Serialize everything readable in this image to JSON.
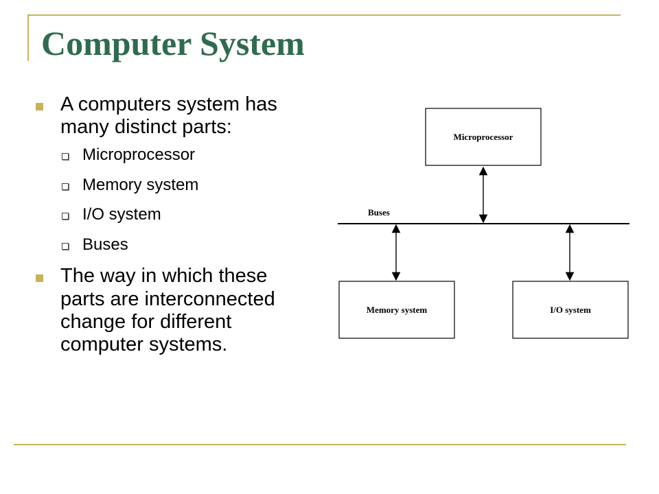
{
  "title": "Computer System",
  "bullets": [
    {
      "text": "A computers system has many distinct parts:",
      "sub_items": [
        "Microprocessor",
        "Memory system",
        "I/O system",
        "Buses"
      ]
    },
    {
      "text": "The way in which these parts are interconnected change for different computer systems."
    }
  ],
  "diagram": {
    "microprocessor_label": "Microprocessor",
    "memory_label": "Memory system",
    "io_label": "I/O system",
    "bus_label": "Buses"
  },
  "colors": {
    "title": "#2f6b4f",
    "accent": "#c8b25a"
  }
}
